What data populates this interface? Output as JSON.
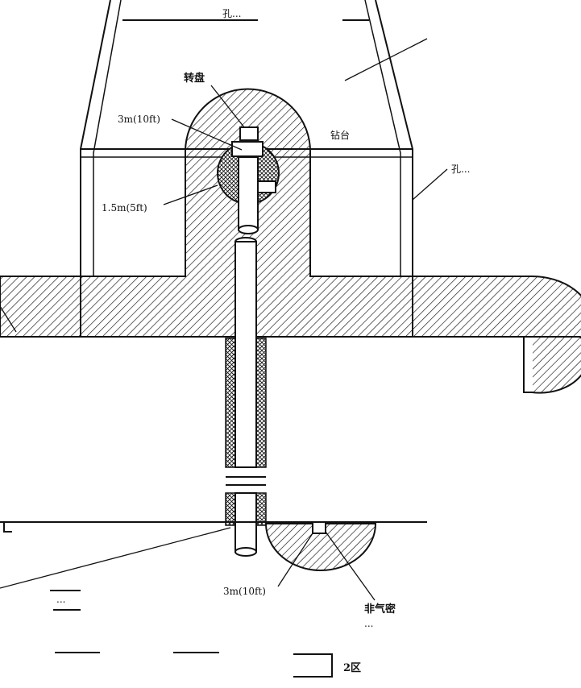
{
  "labels": {
    "top_faded": "孔...",
    "turntable": "转盘",
    "dim_3m_top": "3m(10ft)",
    "dim_1_5m": "1.5m(5ft)",
    "mid_faded": "钻台",
    "right_faded": "孔...",
    "dim_3m_bottom": "3m(10ft)",
    "non_airtight": "非气密",
    "non_airtight_sub": "...",
    "left_bottom_faded": "...",
    "zone2": "2区"
  },
  "colors": {
    "ink": "#111111",
    "background": "#ffffff"
  }
}
